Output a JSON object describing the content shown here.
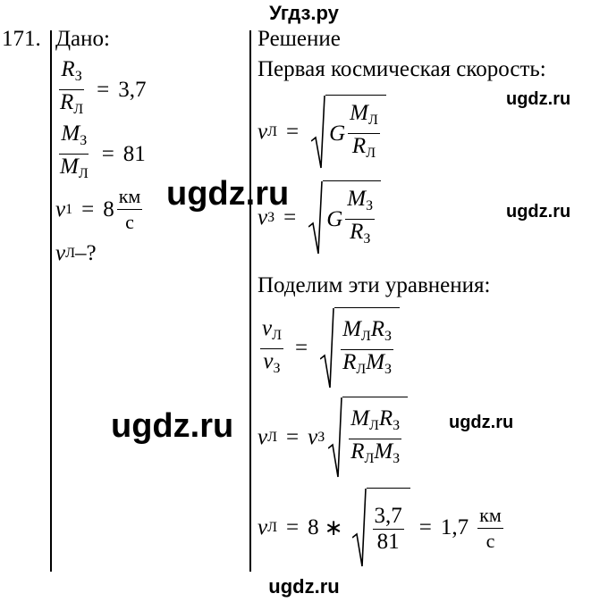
{
  "header": "Угдз.ру",
  "footer": "ugdz.ru",
  "watermarks": [
    "ugdz.ru",
    "ugdz.ru",
    "ugdz.ru",
    "ugdz.ru",
    "ugdz.ru"
  ],
  "problem_number": "171.",
  "given": {
    "title": "Дано:",
    "r_ratio_value": "3,7",
    "m_ratio_value": "81",
    "v1_value": "8",
    "v1_unit_num": "км",
    "v1_unit_den": "с",
    "find": "–?"
  },
  "solution": {
    "title": "Решение",
    "line1": "Первая космическая скорость:",
    "line2": "Поделим эти уравнения:",
    "final_a": "3,7",
    "final_b": "81",
    "final_coef": "8",
    "final_result": "1,7",
    "final_unit_num": "км",
    "final_unit_den": "с"
  }
}
